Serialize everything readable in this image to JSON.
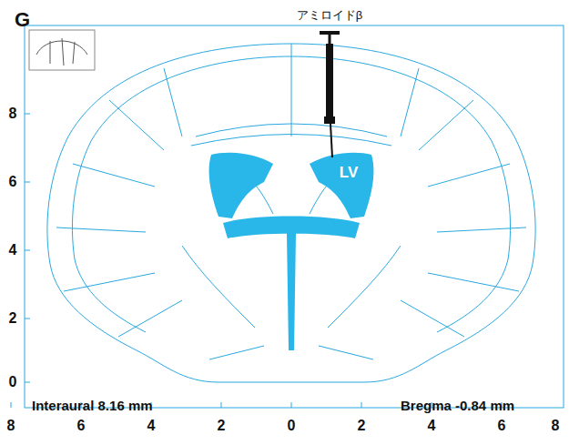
{
  "diagram": {
    "labels": [
      "G",
      "アミロイドβ",
      "LV",
      "Interaural 8.16 mm",
      "Bregma -0.84 mm",
      "8",
      "6",
      "4",
      "2",
      "0",
      "8",
      "6",
      "4",
      "2",
      "0",
      "2",
      "4",
      "6",
      "8"
    ]
  }
}
